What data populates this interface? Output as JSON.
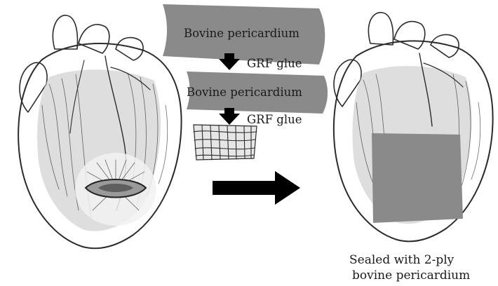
{
  "layers": {
    "patch_top_label": "Bovine pericardium",
    "glue_top_label": "GRF glue",
    "patch_bottom_label": "Bovine pericardium",
    "glue_bottom_label": "GRF glue"
  },
  "caption": {
    "line1": "Sealed with 2-ply",
    "line2": "bovine pericardium"
  },
  "colors": {
    "patch": "#8a8a8a",
    "ink": "#2b2b2b",
    "heart_shade": "#d6d6d6",
    "arrow": "#000000"
  }
}
